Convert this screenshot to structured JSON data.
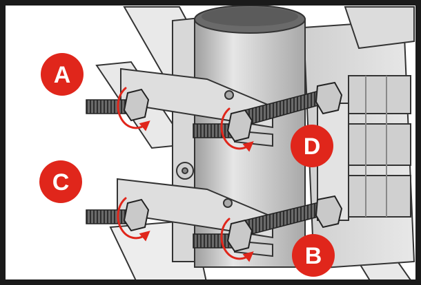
{
  "figure": {
    "description_type": "assembly-instruction",
    "callouts": [
      {
        "id": "A",
        "label": "A"
      },
      {
        "id": "B",
        "label": "B"
      },
      {
        "id": "C",
        "label": "C"
      },
      {
        "id": "D",
        "label": "D"
      }
    ],
    "colors": {
      "callout": "#e0261b",
      "rotation_arrow": "#e0261b",
      "frame": "#1a1a1a",
      "mast": "#bdbdbd",
      "mast_top": "#6a6a6a",
      "metal": "#d6d6d6",
      "metal_dark": "#9a9a9a",
      "thread": "#555555"
    },
    "icons": [
      "rotation-arrow-icon"
    ]
  }
}
